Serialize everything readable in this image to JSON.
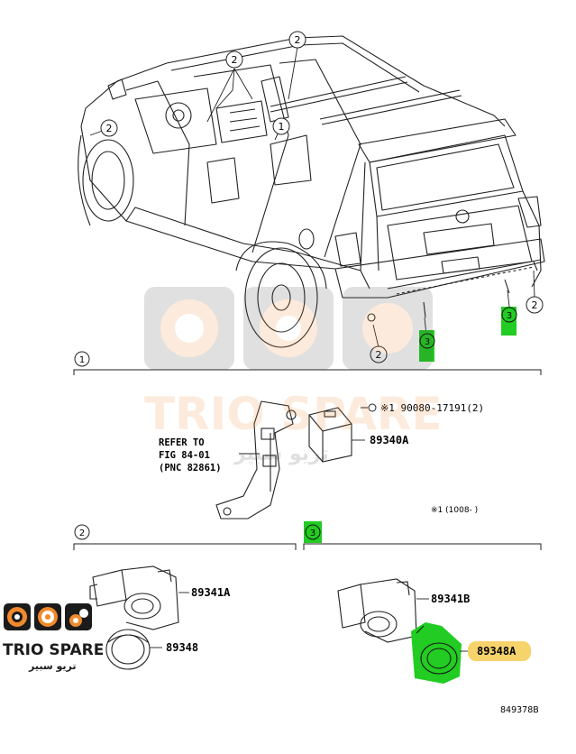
{
  "callouts": {
    "c1": "1",
    "c2": "2",
    "c3": "3"
  },
  "section1": {
    "marker": "1",
    "ref_line1": "REFER TO",
    "ref_line2": "FIG 84-01",
    "ref_line3": "(PNC 82861)",
    "bolt_note": "※1 90080-17191(2)",
    "ecu_part": "89340A",
    "footnote": "※1 (1008-        )"
  },
  "section2": {
    "marker": "2",
    "sensor_a": "89341A",
    "grommet": "89348"
  },
  "section3": {
    "marker": "3",
    "sensor_b": "89341B",
    "grommet_b": "89348A"
  },
  "watermark": {
    "brand": "TRIO SPARE",
    "brand_ar": "تريو سبير"
  },
  "logo": {
    "brand": "TRIO SPARE",
    "brand_ar": "تريو سبير"
  },
  "diagram_code": "849378B",
  "colors": {
    "highlight_green": "#22cc22",
    "highlight_yellow": "#f6d36b",
    "brand_orange": "#f08a2c",
    "logo_dark": "#1b1b1b"
  }
}
